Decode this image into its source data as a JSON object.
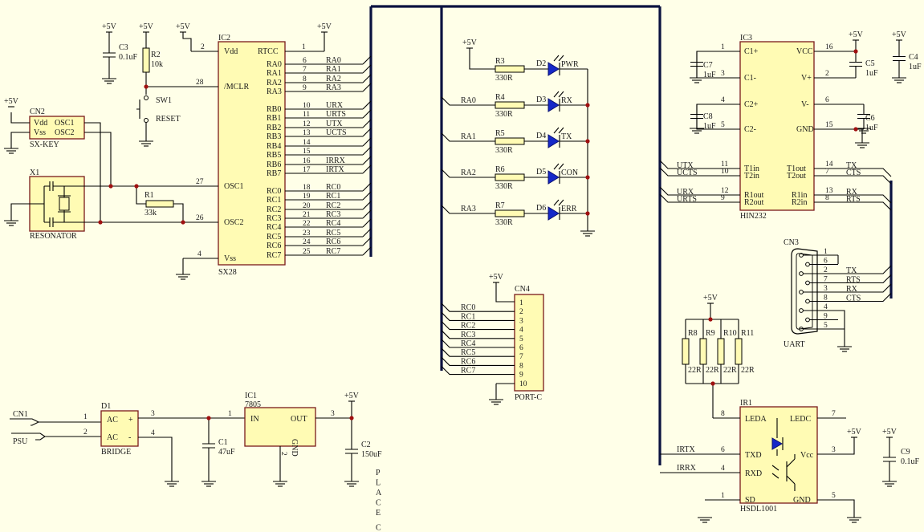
{
  "chips": {
    "ic2": {
      "ref": "IC2",
      "name": "SX28",
      "pins": {
        "vdd": "Vdd",
        "rtcc": "RTCC",
        "mclr": "/MCLR",
        "osc1": "OSC1",
        "osc2": "OSC2",
        "vss": "Vss"
      },
      "pinnums": {
        "vdd": "2",
        "rtcc": "1",
        "mclr": "28",
        "osc1": "27",
        "osc2": "26",
        "vss": "4"
      },
      "ports": [
        {
          "name": "RA0",
          "num": "6",
          "net": "RA0"
        },
        {
          "name": "RA1",
          "num": "7",
          "net": "RA1"
        },
        {
          "name": "RA2",
          "num": "8",
          "net": "RA2"
        },
        {
          "name": "RA3",
          "num": "9",
          "net": "RA3"
        },
        {
          "name": "RB0",
          "num": "10",
          "net": "URX"
        },
        {
          "name": "RB1",
          "num": "11",
          "net": "URTS"
        },
        {
          "name": "RB2",
          "num": "12",
          "net": "UTX"
        },
        {
          "name": "RB3",
          "num": "13",
          "net": "UCTS"
        },
        {
          "name": "RB4",
          "num": "14",
          "net": ""
        },
        {
          "name": "RB5",
          "num": "15",
          "net": ""
        },
        {
          "name": "RB6",
          "num": "16",
          "net": "IRRX"
        },
        {
          "name": "RB7",
          "num": "17",
          "net": "IRTX"
        },
        {
          "name": "RC0",
          "num": "18",
          "net": "RC0"
        },
        {
          "name": "RC1",
          "num": "19",
          "net": "RC1"
        },
        {
          "name": "RC2",
          "num": "20",
          "net": "RC2"
        },
        {
          "name": "RC3",
          "num": "21",
          "net": "RC3"
        },
        {
          "name": "RC4",
          "num": "22",
          "net": "RC4"
        },
        {
          "name": "RC5",
          "num": "23",
          "net": "RC5"
        },
        {
          "name": "RC6",
          "num": "24",
          "net": "RC6"
        },
        {
          "name": "RC7",
          "num": "25",
          "net": "RC7"
        }
      ]
    },
    "ic3": {
      "ref": "IC3",
      "name": "HIN232",
      "left": [
        {
          "name": "C1+",
          "num": "1",
          "net": ""
        },
        {
          "name": "C1-",
          "num": "3",
          "net": ""
        },
        {
          "name": "C2+",
          "num": "4",
          "net": ""
        },
        {
          "name": "C2-",
          "num": "5",
          "net": ""
        },
        {
          "name": "T1in",
          "num": "11",
          "net": "UTX"
        },
        {
          "name": "T2in",
          "num": "10",
          "net": "UCTS"
        },
        {
          "name": "R1out",
          "num": "12",
          "net": "URX"
        },
        {
          "name": "R2out",
          "num": "9",
          "net": "URTS"
        }
      ],
      "right": [
        {
          "name": "VCC",
          "num": "16",
          "net": ""
        },
        {
          "name": "V+",
          "num": "2",
          "net": ""
        },
        {
          "name": "V-",
          "num": "6",
          "net": ""
        },
        {
          "name": "GND",
          "num": "15",
          "net": ""
        },
        {
          "name": "T1out",
          "num": "14",
          "net": "TX"
        },
        {
          "name": "T2out",
          "num": "7",
          "net": "CTS"
        },
        {
          "name": "R1in",
          "num": "13",
          "net": "RX"
        },
        {
          "name": "R2in",
          "num": "8",
          "net": "RTS"
        }
      ]
    },
    "ir1": {
      "ref": "IR1",
      "name": "HSDL1001",
      "pins": [
        {
          "name": "LEDA",
          "num": "8"
        },
        {
          "name": "LEDC",
          "num": "7"
        },
        {
          "name": "TXD",
          "num": "6",
          "net": "IRTX"
        },
        {
          "name": "Vcc",
          "num": "3"
        },
        {
          "name": "RXD",
          "num": "4",
          "net": "IRRX"
        },
        {
          "name": "SD",
          "num": "1"
        },
        {
          "name": "GND",
          "num": "5"
        }
      ]
    },
    "ic1": {
      "ref": "IC1",
      "name": "7805",
      "in": "IN",
      "out": "OUT",
      "gnd": "GND",
      "in_num": "1",
      "out_num": "3",
      "gnd_num": "2"
    },
    "d1": {
      "ref": "D1",
      "name": "BRIDGE",
      "p1": "AC",
      "p2": "AC",
      "p3": "+",
      "p4": "-",
      "n1": "1",
      "n2": "2",
      "n3": "3",
      "n4": "4"
    },
    "cn2": {
      "ref": "CN2",
      "name": "SX-KEY",
      "a": "Vdd",
      "b": "OSC1",
      "c": "Vss",
      "d": "OSC2"
    },
    "x1": {
      "ref": "X1",
      "name": "RESONATOR"
    }
  },
  "leds": [
    {
      "ref": "D2",
      "label": "PWR",
      "res": "R3",
      "val": "330R",
      "net": ""
    },
    {
      "ref": "D3",
      "label": "RX",
      "res": "R4",
      "val": "330R",
      "net": "RA0"
    },
    {
      "ref": "D4",
      "label": "TX",
      "res": "R5",
      "val": "330R",
      "net": "RA1"
    },
    {
      "ref": "D5",
      "label": "CON",
      "res": "R6",
      "val": "330R",
      "net": "RA2"
    },
    {
      "ref": "D6",
      "label": "ERR",
      "res": "R7",
      "val": "330R",
      "net": "RA3"
    }
  ],
  "cn4": {
    "ref": "CN4",
    "name": "PORT-C",
    "pins": [
      "1",
      "2",
      "3",
      "4",
      "5",
      "6",
      "7",
      "8",
      "9",
      "10"
    ],
    "nets": [
      "RC0",
      "RC1",
      "RC2",
      "RC3",
      "RC4",
      "RC5",
      "RC6",
      "RC7"
    ]
  },
  "cn3": {
    "ref": "CN3",
    "name": "UART",
    "pins": [
      "1",
      "6",
      "2",
      "7",
      "3",
      "8",
      "4",
      "9",
      "5"
    ],
    "nets": [
      "",
      "",
      "TX",
      "RTS",
      "RX",
      "CTS",
      "",
      "",
      ""
    ]
  },
  "resistors": {
    "r1": {
      "ref": "R1",
      "val": "33k"
    },
    "r2": {
      "ref": "R2",
      "val": "10k"
    },
    "r8": {
      "ref": "R8",
      "val": "22R"
    },
    "r9": {
      "ref": "R9",
      "val": "22R"
    },
    "r10": {
      "ref": "R10",
      "val": "22R"
    },
    "r11": {
      "ref": "R11",
      "val": "22R"
    }
  },
  "caps": {
    "c1": {
      "ref": "C1",
      "val": "47uF"
    },
    "c2": {
      "ref": "C2",
      "val": "150uF"
    },
    "c3": {
      "ref": "C3",
      "val": "0.1uF"
    },
    "c4": {
      "ref": "C4",
      "val": "1uF"
    },
    "c5": {
      "ref": "C5",
      "val": "1uF"
    },
    "c6": {
      "ref": "C6",
      "val": "1uF"
    },
    "c7": {
      "ref": "C7",
      "val": "1uF"
    },
    "c8": {
      "ref": "C8",
      "val": "1uF"
    },
    "c9": {
      "ref": "C9",
      "val": "0.1uF"
    }
  },
  "sw1": {
    "ref": "SW1",
    "name": "RESET"
  },
  "cn1": {
    "ref": "CN1",
    "name": "PSU"
  },
  "supply": "+5V",
  "place_note": "PLACE C",
  "colors": {
    "background": "#ffffe8",
    "box_fill": "#fffbb4",
    "box_stroke": "#7a1a1a",
    "bus": "#0a1240",
    "led": "#1528c8",
    "junction": "#a01010"
  }
}
